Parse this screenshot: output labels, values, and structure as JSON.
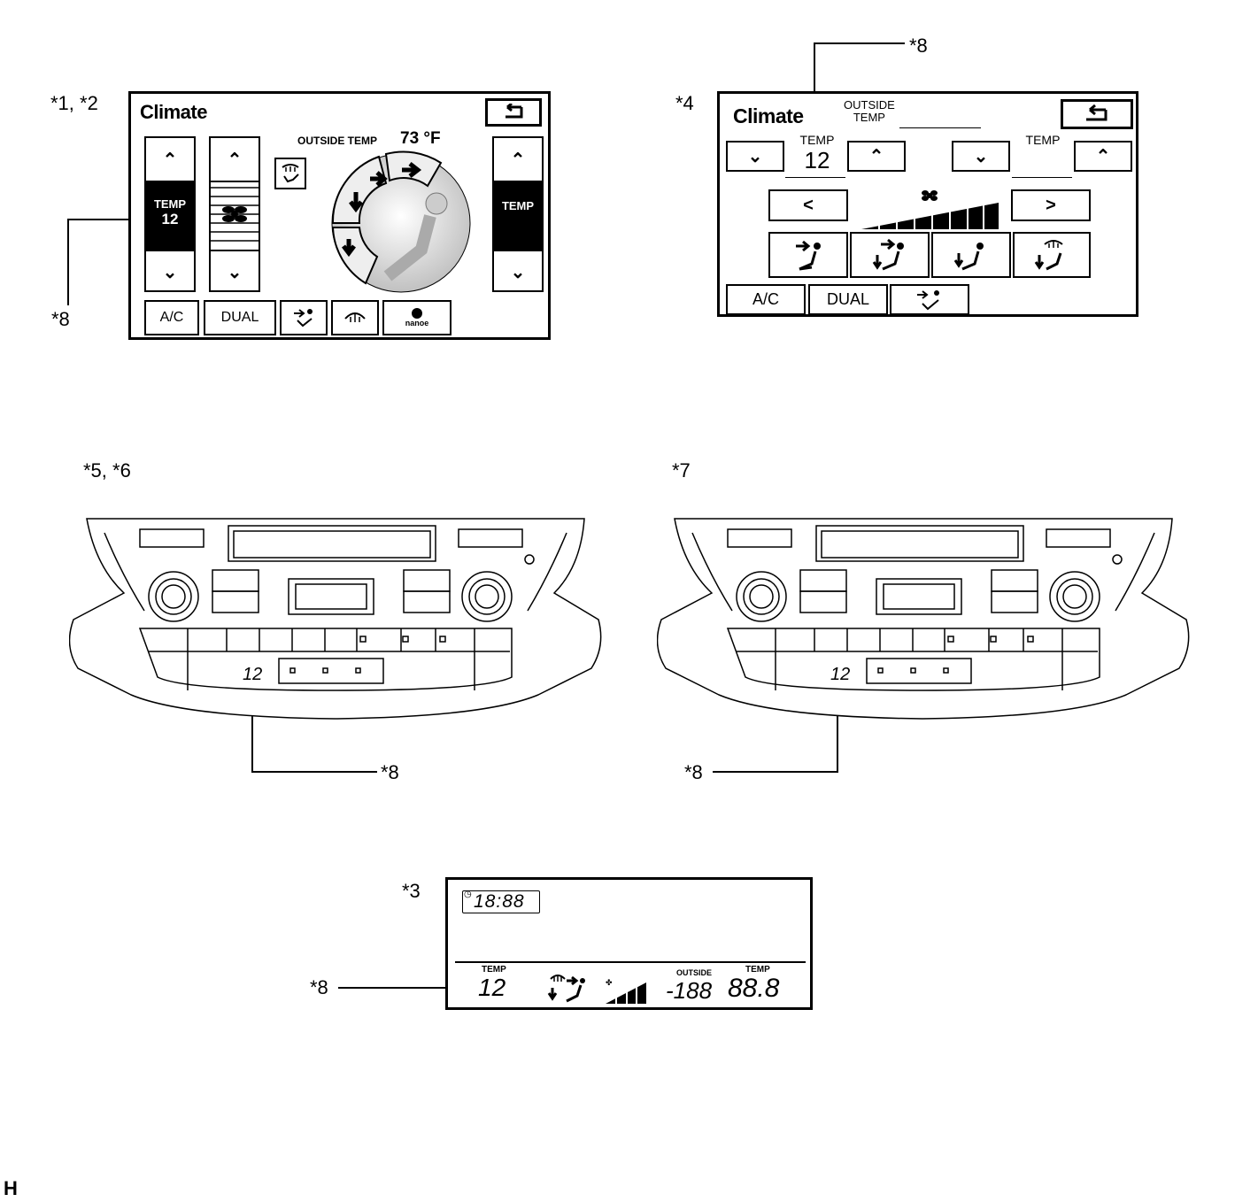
{
  "callouts": {
    "c12": "*1, *2",
    "c4": "*4",
    "c56": "*5, *6",
    "c7": "*7",
    "c3": "*3",
    "c8": "*8"
  },
  "footer_letter": "H",
  "screen1": {
    "title": "Climate",
    "outside_temp_label": "OUTSIDE TEMP",
    "outside_temp_value": "73 °F",
    "left_temp_label": "TEMP",
    "left_temp_value": "12",
    "right_temp_label": "TEMP",
    "buttons": [
      "A/C",
      "DUAL"
    ],
    "nanoe_label": "nanoe"
  },
  "screen4": {
    "title": "Climate",
    "outside_temp_label_1": "OUTSIDE",
    "outside_temp_label_2": "TEMP",
    "left_temp_label": "TEMP",
    "left_temp_value": "12",
    "right_temp_label": "TEMP",
    "buttons": [
      "A/C",
      "DUAL"
    ]
  },
  "panel56": {
    "temp_display": "12"
  },
  "panel7": {
    "temp_display": "12"
  },
  "screen3": {
    "clock": "18:88",
    "temp_label": "TEMP",
    "temp_value": "12",
    "outside_label": "OUTSIDE",
    "outside_value": "-188",
    "right_temp_label": "TEMP",
    "right_temp_value": "88.8"
  }
}
